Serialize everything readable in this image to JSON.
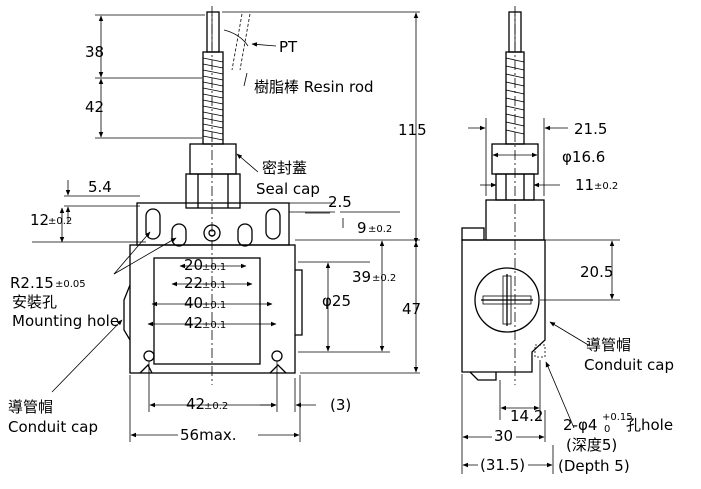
{
  "front": {
    "d38": "38",
    "d42": "42",
    "pt": "PT",
    "resin_rod": "樹脂棒 Resin rod",
    "d115": "115",
    "seal_cap_cn": "密封蓋",
    "seal_cap_en": "Seal cap",
    "d5_4": "5.4",
    "d2_5": "2.5",
    "d12": "12",
    "tol_12": "±0.2",
    "d9": "9",
    "tol_9": "±0.2",
    "d20": "20",
    "tol_20": "±0.1",
    "d22": "22",
    "tol_22": "±0.1",
    "d40": "40",
    "tol_40": "±0.1",
    "d42b": "42",
    "tol_42b": "±0.1",
    "d39": "39",
    "tol_39": "±0.2",
    "phi25": "φ25",
    "d47": "47",
    "r215": "R2.15",
    "tol_r": "±0.05",
    "mount_cn": "安裝孔",
    "mount_en": "Mounting hole",
    "conduit_cn": "導管帽",
    "conduit_en": "Conduit cap",
    "d42c": "42",
    "tol_42c": "±0.2",
    "d3": "(3)",
    "d56": "56max."
  },
  "side": {
    "d21_5": "21.5",
    "phi16_6": "φ16.6",
    "d11": "11",
    "tol_11": "±0.2",
    "d20_5": "20.5",
    "conduit_cn": "導管帽",
    "conduit_en": "Conduit cap",
    "d14_2": "14.2",
    "hole_prefix": "2-φ4",
    "hole_tol_up": "+0.15",
    "hole_tol_dn": "0",
    "hole_suffix": "孔hole",
    "depth_cn": "(深度5)",
    "depth_en": "(Depth 5)",
    "d30": "30",
    "d31_5": "(31.5)"
  }
}
